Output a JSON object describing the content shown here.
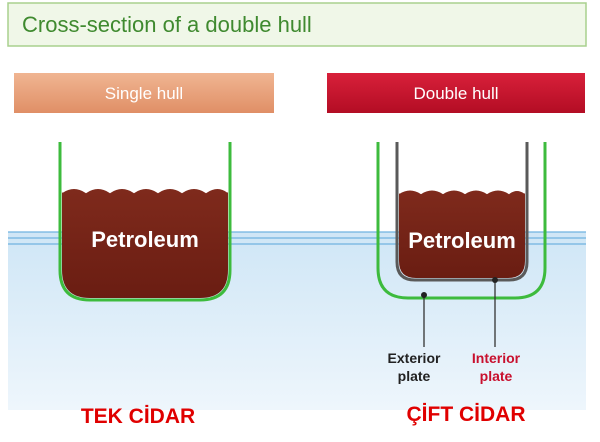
{
  "title": "Cross-section of a double hull",
  "single": {
    "header": "Single hull",
    "oil_label": "Petroleum",
    "caption": "TEK CİDAR"
  },
  "double": {
    "header": "Double hull",
    "oil_label": "Petroleum",
    "exterior_label_1": "Exterior",
    "exterior_label_2": "plate",
    "interior_label_1": "Interior",
    "interior_label_2": "plate",
    "caption": "ÇİFT CİDAR"
  },
  "colors": {
    "title_bg": "#f0f7e8",
    "title_border": "#a9d08e",
    "title_text": "#3f8a2f",
    "single_header": "#e8a07a",
    "double_header": "#c8102e",
    "hull_green": "#3dbb3d",
    "oil": "#7a2418",
    "water_top": "#cfe6f6",
    "water_bottom": "#eaf4fb",
    "water_lines": "#6fb2e0",
    "inner_plate": "#5a5a5a",
    "interior_label": "#c8102e",
    "caption_red": "#e00000"
  }
}
